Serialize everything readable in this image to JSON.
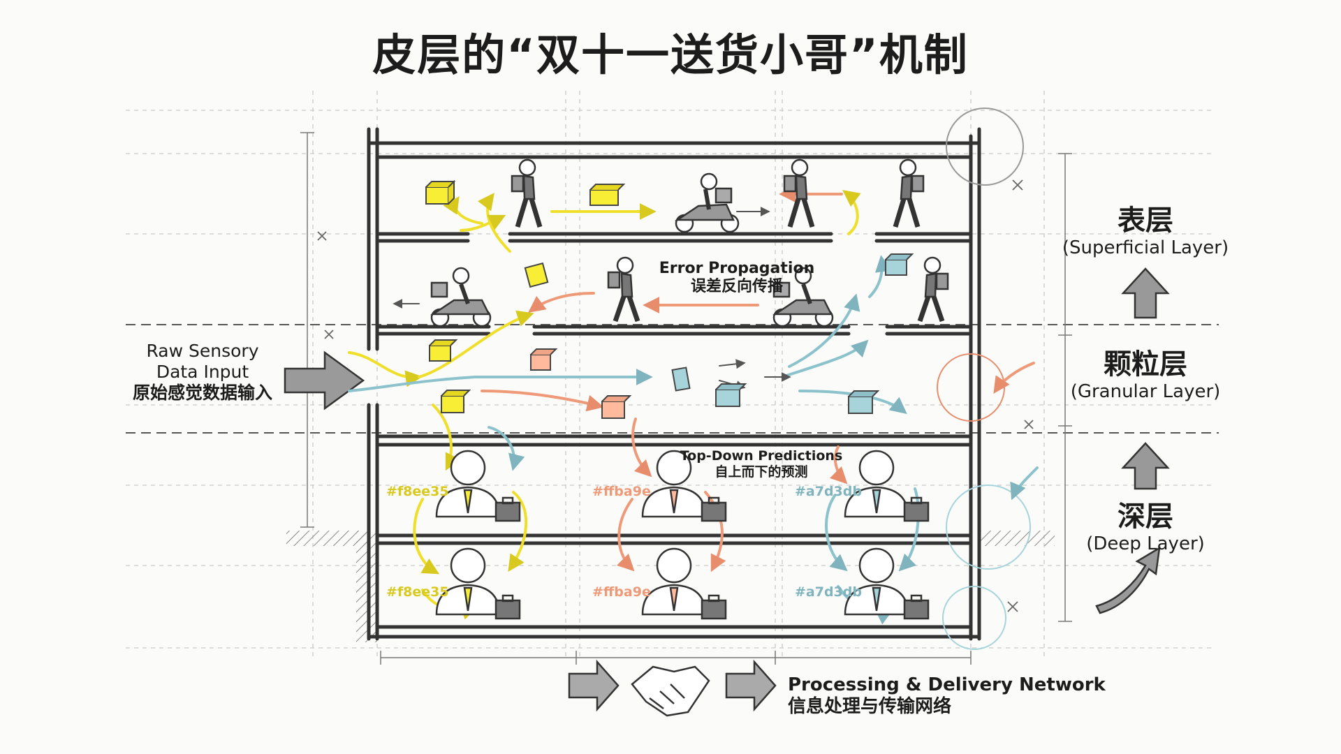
{
  "title": "皮层的“双十一送货小哥”机制",
  "input": {
    "line1": "Raw Sensory",
    "line2": "Data Input",
    "line3": "原始感觉数据输入"
  },
  "layers": {
    "superficial": {
      "zh": "表层",
      "en": "(Superficial Layer)"
    },
    "granular": {
      "zh": "颗粒层",
      "en": "(Granular Layer)"
    },
    "deep": {
      "zh": "深层",
      "en": "(Deep Layer)"
    }
  },
  "flows": {
    "error_en": "Error Propagation",
    "error_zh": "误差反向传播",
    "prediction_en": "Top-Down Predictions",
    "prediction_zh": "自上而下的预测"
  },
  "network": {
    "en": "Processing & Delivery Network",
    "zh": "信息处理与传输网络"
  },
  "codes": {
    "col1": "#f8ee35",
    "col2": "#ffba9e",
    "col3": "#a7d3db"
  },
  "colors": {
    "yellow": "#f8ee35",
    "salmon": "#ffba9e",
    "blue": "#a7d3db",
    "ink": "#333333"
  },
  "icons": [
    "courier-walking-icon",
    "scooter-courier-icon",
    "package-icon",
    "office-worker-icon",
    "briefcase-icon",
    "handshake-icon",
    "arrow-icon"
  ]
}
